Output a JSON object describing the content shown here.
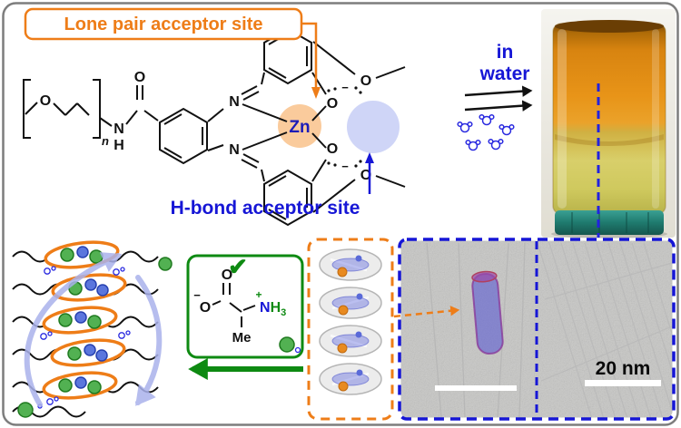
{
  "figure": {
    "labels": {
      "lone_pair": "Lone pair acceptor site",
      "h_bond": "H-bond acceptor site",
      "in_water_1": "in",
      "in_water_2": "water",
      "scale_bar": "20 nm"
    },
    "icons": {
      "check": "✔"
    },
    "atoms": {
      "zn": "Zn",
      "o": "O",
      "n": "N",
      "h": "H",
      "me": "Me",
      "sub_n": "n",
      "sub_3": "3",
      "plus": "+",
      "minus": "−"
    },
    "colors": {
      "accent_orange": "#EE7D18",
      "accent_blue": "#1616D6",
      "accent_green": "#0E8A12",
      "lavender": "#AAB2EC",
      "gel_orange": "#E08A10",
      "cap_teal": "#2E8F84",
      "tem_gray": "#C6C6C6"
    }
  }
}
